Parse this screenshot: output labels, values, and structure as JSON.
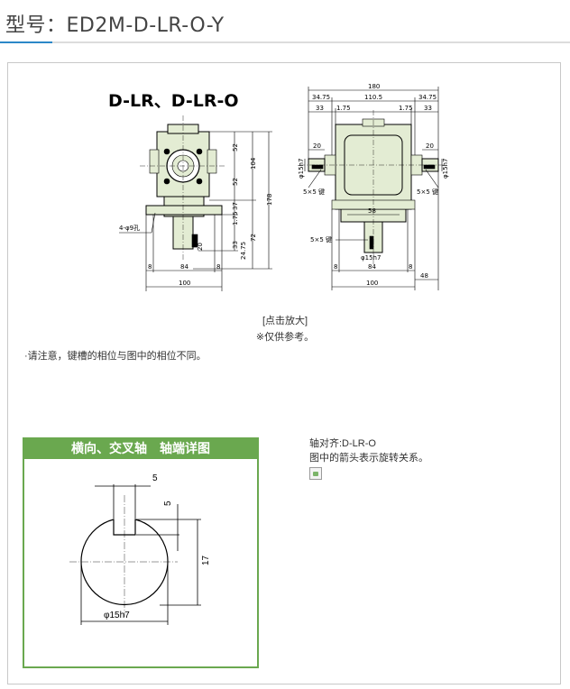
{
  "page": {
    "title": "型号：ED2M-D-LR-O-Y"
  },
  "drawing": {
    "heading": "D-LR、D-LR-O",
    "front_dims": {
      "right_52_top": "52",
      "right_52_bottom": "52",
      "right_104": "104",
      "right_178": "178",
      "right_37": "37",
      "right_1_75": "1.75",
      "right_72": "72",
      "right_33": "33",
      "right_24_75": "24.75",
      "hole_label": "4-φ9孔",
      "shaft_20": "20",
      "bottom_8_left": "8",
      "bottom_84": "84",
      "bottom_8_right": "8",
      "bottom_100": "100"
    },
    "side_dims": {
      "top_180": "180",
      "top_34_75_left": "34.75",
      "top_110_5": "110.5",
      "top_34_75_right": "34.75",
      "top_33_left": "33",
      "top_1_75_left": "1.75",
      "top_1_75_right": "1.75",
      "top_33_right": "33",
      "left_20": "20",
      "right_20": "20",
      "left_phi": "φ15h7",
      "right_phi": "φ15h7",
      "left_key": "5×5 键",
      "right_key": "5×5 键",
      "mid_58": "58",
      "bottom_key": "5×5 键",
      "bottom_phi": "φ15h7",
      "bottom_8_left": "8",
      "bottom_84": "84",
      "bottom_8_right": "8",
      "bottom_100": "100",
      "bottom_48": "48"
    },
    "caption_click": "[点击放大]",
    "caption_ref": "※仅供参考。"
  },
  "note": "·请注意，键槽的相位与图中的相位不同。",
  "detail": {
    "heading": "横向、交叉轴　轴端详图",
    "dim_5_top": "5",
    "dim_5_side": "5",
    "dim_17": "17",
    "dim_phi": "φ15h7"
  },
  "side_info": {
    "line1": "轴对齐:D-LR-O",
    "line2": "图中的箭头表示旋转关系。"
  },
  "colors": {
    "accent_blue": "#2b88c8",
    "detail_green": "#6aa84f",
    "body_fill": "#e3ecd3"
  }
}
